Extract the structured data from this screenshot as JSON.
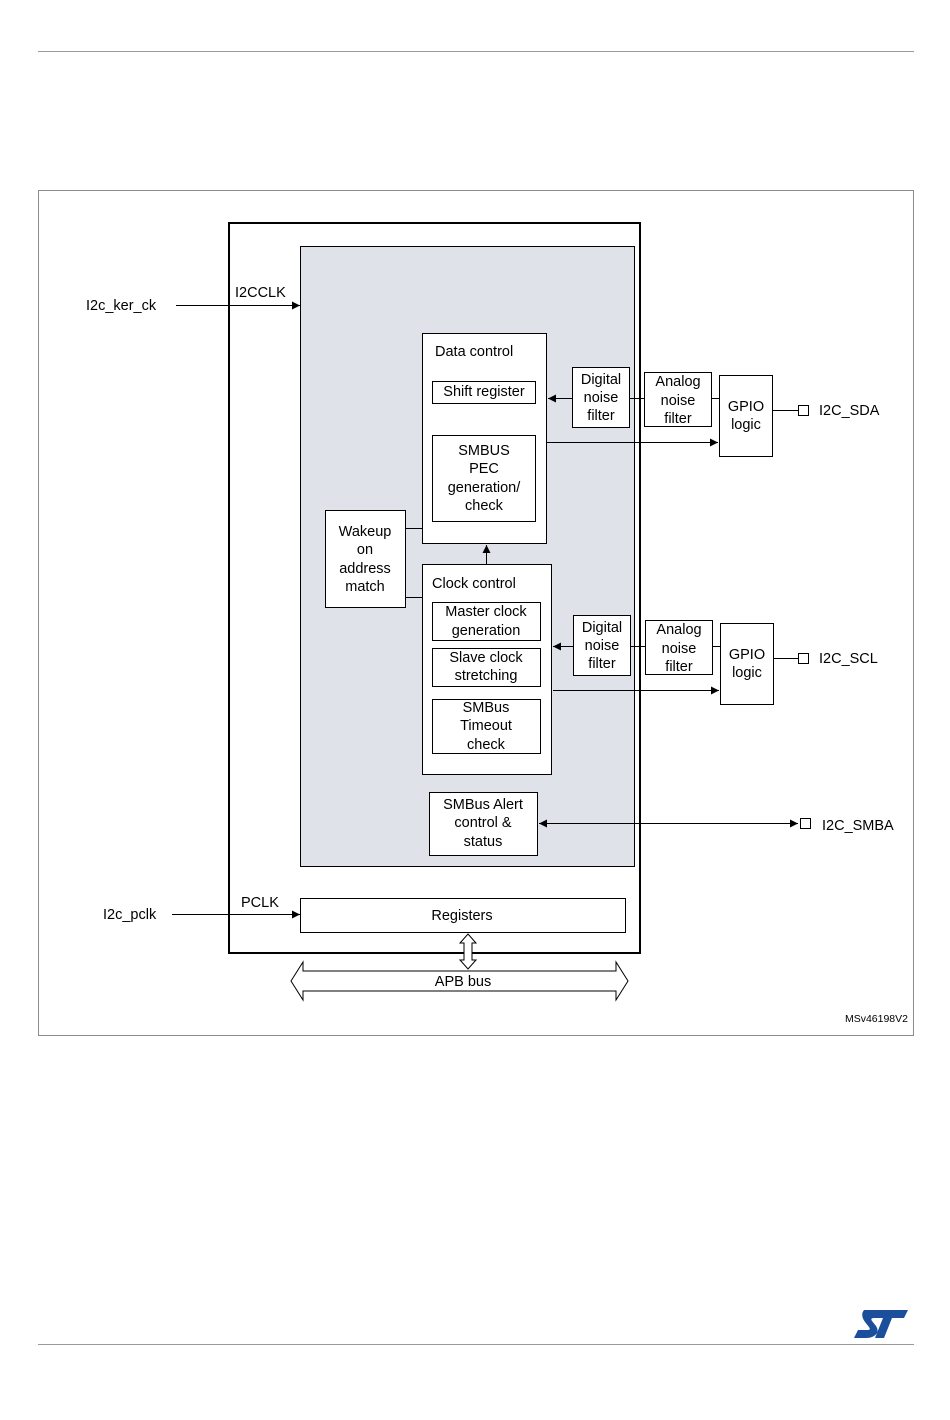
{
  "diagram": {
    "inputs": {
      "kernel_clock": "I2c_ker_ck",
      "kernel_clock_pin": "I2CCLK",
      "pclk": "I2c_pclk",
      "pclk_pin": "PCLK"
    },
    "blocks": {
      "data_control": "Data control",
      "shift_register": "Shift register",
      "smbus_pec": [
        "SMBUS",
        "PEC",
        "generation/",
        "check"
      ],
      "wakeup": [
        "Wakeup",
        "on",
        "address",
        "match"
      ],
      "clock_control": "Clock control",
      "master_clock": [
        "Master clock",
        "generation"
      ],
      "slave_clock": [
        "Slave clock",
        "stretching"
      ],
      "smbus_timeout": [
        "SMBus",
        "Timeout",
        "check"
      ],
      "smbus_alert": [
        "SMBus Alert",
        "control &",
        "status"
      ],
      "registers": "Registers",
      "apb_bus": "APB bus",
      "digital_filter": [
        "Digital",
        "noise",
        "filter"
      ],
      "analog_filter": [
        "Analog",
        "noise",
        "filter"
      ],
      "gpio_logic": [
        "GPIO",
        "logic"
      ]
    },
    "outputs": {
      "sda": "I2C_SDA",
      "scl": "I2C_SCL",
      "smba": "I2C_SMBA"
    },
    "figure_id": "MSv46198V2"
  },
  "colors": {
    "core_fill": "#dfe2e8",
    "logo_blue": "#1b4f9c"
  },
  "logo": "st-logo-icon"
}
